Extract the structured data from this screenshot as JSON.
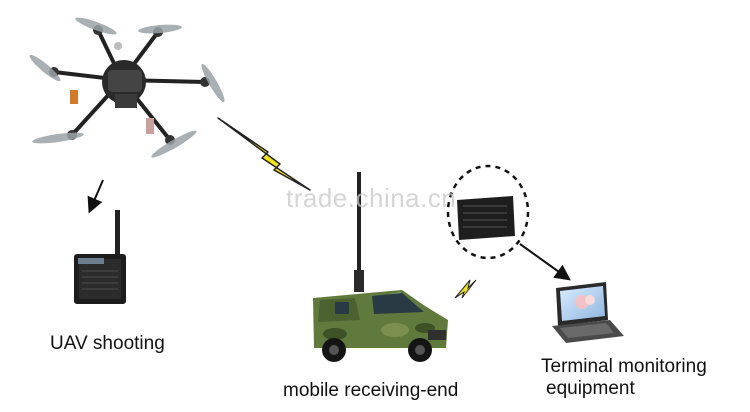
{
  "labels": {
    "uav_shooting": "UAV shooting",
    "mobile_receiving_end": "mobile receiving-end",
    "terminal_line1": "Terminal monitoring",
    "terminal_line2": "equipment"
  },
  "watermark": "trade.china.cn",
  "nodes": [
    {
      "id": "uav-drone",
      "icon": "hexacopter-drone-icon"
    },
    {
      "id": "uav-transmitter",
      "icon": "video-transmitter-box-icon"
    },
    {
      "id": "mobile-van",
      "icon": "camouflage-van-with-antenna-icon"
    },
    {
      "id": "receiver-module",
      "icon": "receiver-module-icon"
    },
    {
      "id": "terminal-laptop",
      "icon": "laptop-icon"
    }
  ],
  "colors": {
    "lightning": "#f3e51c",
    "camouflage_green": "#5f7a3c",
    "device_dark": "#1c1c1c",
    "arrow": "#111111"
  }
}
